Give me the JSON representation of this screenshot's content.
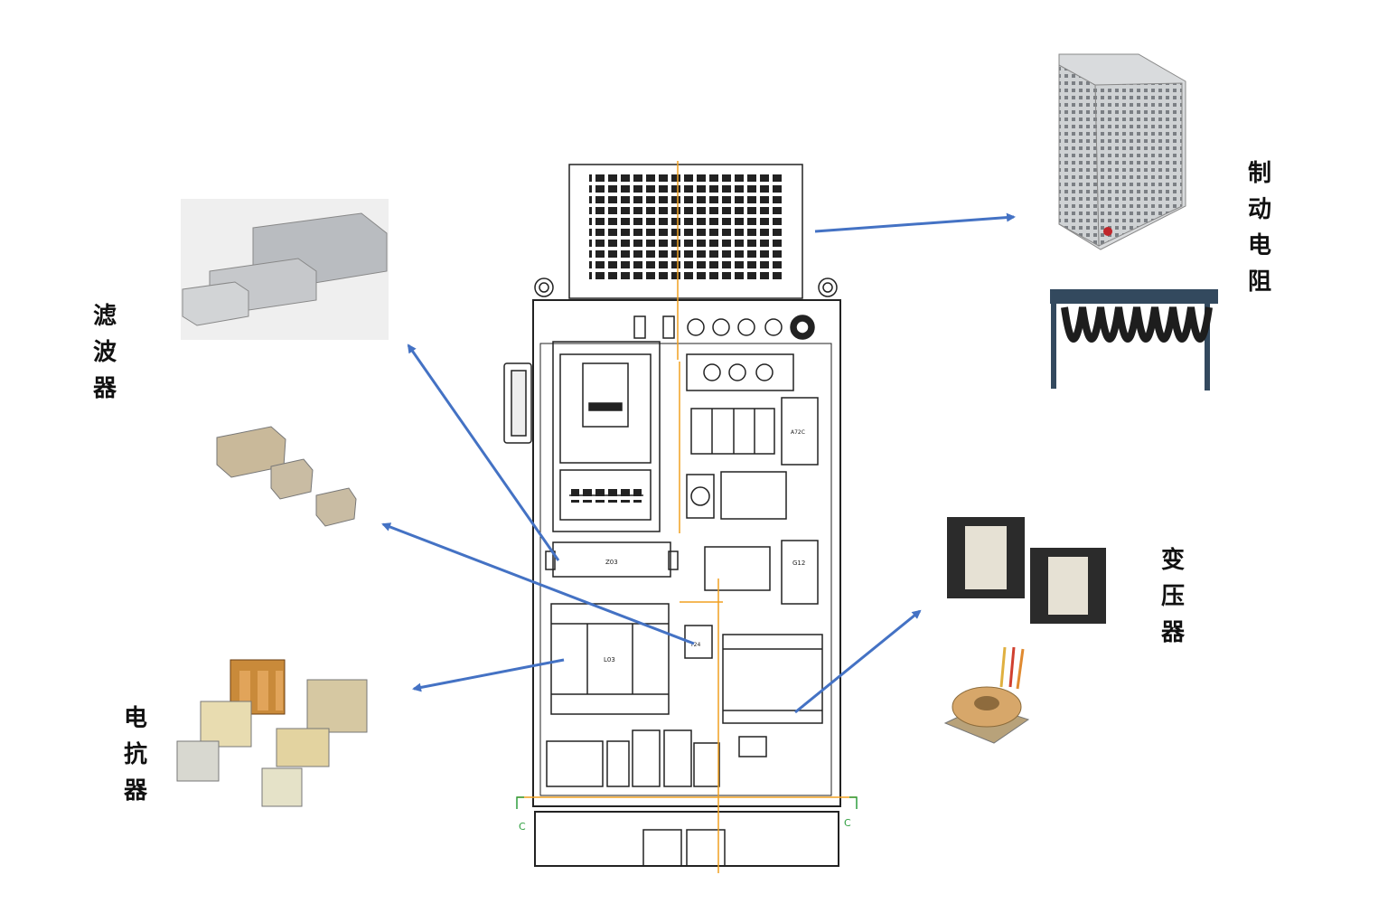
{
  "labels": {
    "filter": [
      "滤",
      "波",
      "器"
    ],
    "brake_resistor": [
      "制",
      "动",
      "电",
      "阻"
    ],
    "transformer": [
      "变",
      "压",
      "器"
    ],
    "reactor": [
      "电",
      "抗",
      "器"
    ]
  },
  "cabinet_marks": {
    "z03": "Z03",
    "l03": "L03",
    "a72c": "A72C",
    "g12": "G12",
    "t24": "T24",
    "section_left": "C",
    "section_right": "C"
  },
  "colors": {
    "arrow": "#4472C4",
    "cabinet_line": "#222222",
    "guide_line": "#F0A020",
    "section_mark": "#2E9E3E"
  }
}
